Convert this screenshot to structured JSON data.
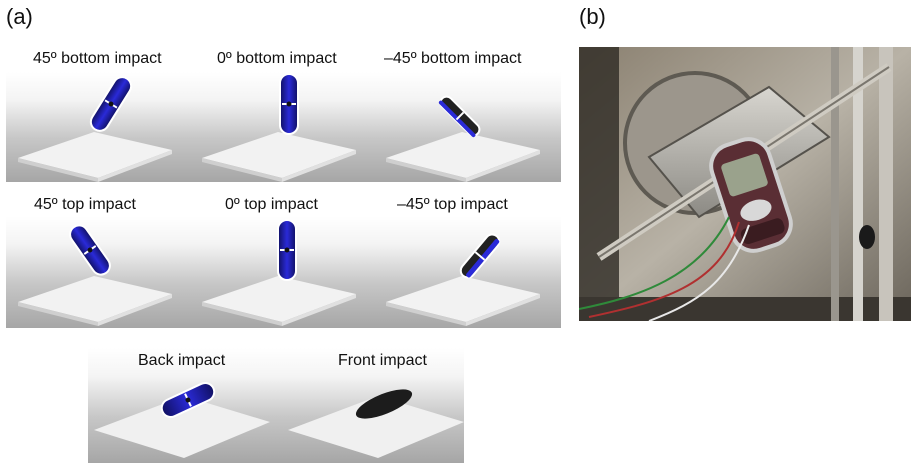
{
  "panel_a": {
    "letter": "(a)",
    "row1": [
      "45º bottom impact",
      "0º bottom impact",
      "–45º bottom impact"
    ],
    "row2": [
      "45º top impact",
      "0º top impact",
      "–45º top impact"
    ],
    "row3": [
      "Back impact",
      "Front impact"
    ]
  },
  "panel_b": {
    "letter": "(b)",
    "photo_subject": "mobile phone held in drop-test fixture"
  }
}
